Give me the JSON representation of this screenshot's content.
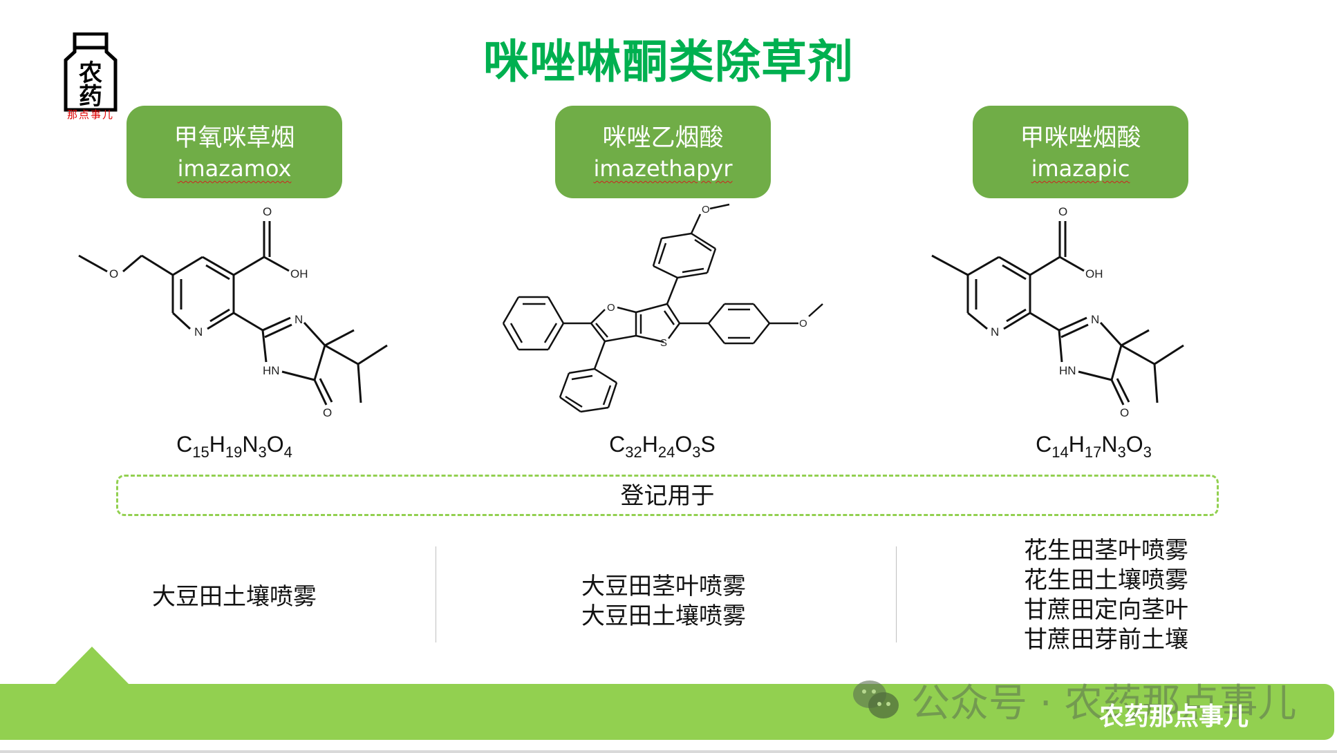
{
  "logo": {
    "char_top": "农",
    "char_bottom": "药",
    "caption": "那点事儿",
    "caption_color": "#e00000"
  },
  "title": "咪唑啉酮类除草剂",
  "colors": {
    "title": "#00b050",
    "card": "#70ad47",
    "accent_light_green": "#92d050",
    "text": "#111111"
  },
  "compounds": [
    {
      "name_cn": "甲氧咪草烟",
      "name_en": "imazamox",
      "formula": {
        "parts": [
          [
            "C",
            "15"
          ],
          [
            "H",
            "19"
          ],
          [
            "N",
            "3"
          ],
          [
            "O",
            "4"
          ]
        ]
      },
      "structure_labels": [
        "O",
        "OH",
        "O",
        "N",
        "N",
        "HN",
        "O"
      ],
      "registered_uses": [
        "大豆田土壤喷雾"
      ]
    },
    {
      "name_cn": "咪唑乙烟酸",
      "name_en": "imazethapyr",
      "formula": {
        "parts": [
          [
            "C",
            "32"
          ],
          [
            "H",
            "24"
          ],
          [
            "O",
            "3"
          ],
          [
            "S",
            ""
          ]
        ]
      },
      "structure_labels": [
        "O",
        "O",
        "O",
        "S"
      ],
      "registered_uses": [
        "大豆田茎叶喷雾",
        "大豆田土壤喷雾"
      ]
    },
    {
      "name_cn": "甲咪唑烟酸",
      "name_en": "imazapic",
      "formula": {
        "parts": [
          [
            "C",
            "14"
          ],
          [
            "H",
            "17"
          ],
          [
            "N",
            "3"
          ],
          [
            "O",
            "3"
          ]
        ]
      },
      "structure_labels": [
        "O",
        "OH",
        "N",
        "N",
        "HN",
        "O"
      ],
      "registered_uses": [
        "花生田茎叶喷雾",
        "花生田土壤喷雾",
        "甘蔗田定向茎叶",
        "甘蔗田芽前土壤"
      ]
    }
  ],
  "registration_header": "登记用于",
  "footer": {
    "watermark": "公众号 · 农药那点事儿",
    "brand": "农药那点事儿"
  }
}
